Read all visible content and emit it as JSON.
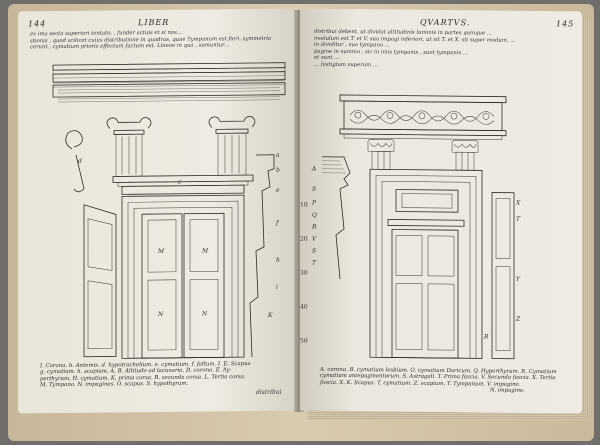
{
  "left_page": {
    "page_number": "144",
    "running_head": "LIBER",
    "top_text": [
      "ex ima secta superiori tentato, , funder actuis et si nos...",
      "stionis , quod scilicet cuius distributione in quadras, quae Tympanum est fieri, symmetria",
      "cerunt , cymatium prioris effectum factum est. Lineae in qua , sumuntur..."
    ],
    "caption_lines": [
      "I. Corona.  b. Antemis.  d. hypotrachelium.  e. cymatium.  f. faltum.  I. E. Scapus",
      "g. cymatium.  h. scapium.     A. B. Altitudo ad lacunaria.  D. corona.  E. hy-",
      "perthyrum.  H. cymatium.    K. prima corsa.  R. secunda corsa.  L. Tertia corsa.",
      "M. Tympana.  N. impagines.  O. scapus.  S. hypothyrum."
    ],
    "catchword": "distribui",
    "labels": {
      "c": "c",
      "a": "a",
      "b": "b",
      "e": "e",
      "f": "f",
      "h": "h",
      "i": "i",
      "d": "d",
      "k": "K",
      "m": "M",
      "n": "N"
    }
  },
  "right_page": {
    "page_number": "145",
    "running_head": "QVARTVS.",
    "top_text": [
      "distribui debent, ut dividat altitudinis luminis in partes quinque ...",
      "modulum est T. et V. suo impagi inferiori, ut sit T. et X. sit super modum, ...",
      "in dividitur , suo tympano ...",
      "pagine in summo , sic in imis tympanis , sunt tympanis ...",
      "et sunt ...",
      "... fastigium superum ..."
    ],
    "caption_lines": [
      "A. corona.  B. cymatium lesbium.  O. cymatium Doricum.  Q. Hyperthyrum.  R. Cymatium",
      "cymatium antepagmentorum.  S. Astragali.  T. Prima fascia.  V. Secunda fascia.  X. Tertia",
      "fascia.  X. K. Scapus.  T. cymatium.  Z. scapium.  T. Tympanum.  V. impagine.",
      "N. impagine."
    ],
    "letters_side": [
      "A",
      "S",
      "P",
      "Q",
      "R",
      "V",
      "S",
      "T"
    ],
    "margin_numbers": [
      "10",
      "20",
      "30",
      "40",
      "50"
    ],
    "labels": {
      "r": "R",
      "x": "X",
      "t": "T",
      "y": "Y",
      "z": "Z"
    }
  }
}
